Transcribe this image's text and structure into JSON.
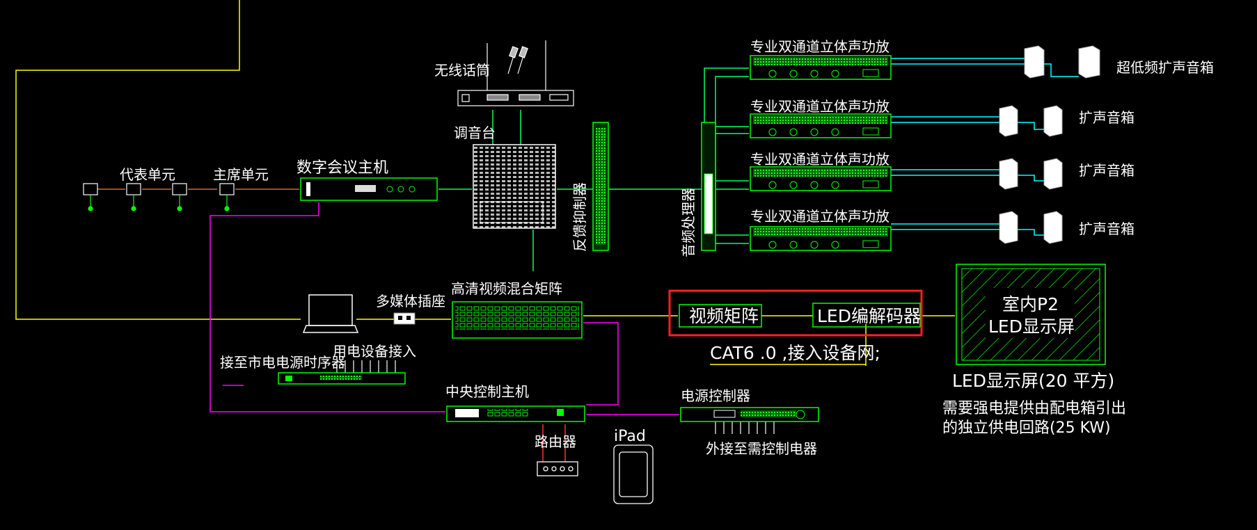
{
  "colors": {
    "background": "#000000",
    "equipment": "#00ff00",
    "audio_wire": "#00ff66",
    "speaker_wire": "#00ffff",
    "video_wire": "#ffff00",
    "control_wire": "#ff00ff",
    "router_wire": "#ff0000",
    "highlight_box": "#ff2020",
    "text": "#ffffff"
  },
  "labels": {
    "wireless_mic": "无线话筒",
    "mixer": "调音台",
    "feedback_suppressor": "反馈抑制器",
    "audio_processor": "音频处理器",
    "amp_1": "专业双通道立体声功放",
    "amp_2": "专业双通道立体声功放",
    "amp_3": "专业双通道立体声功放",
    "amp_4": "专业双通道立体声功放",
    "subwoofer": "超低频扩声音箱",
    "speaker_2": "扩声音箱",
    "speaker_3": "扩声音箱",
    "speaker_4": "扩声音箱",
    "delegate_unit": "代表单元",
    "chairman_unit": "主席单元",
    "conference_host": "数字会议主机",
    "multimedia_socket": "多媒体插座",
    "hd_matrix": "高清视频混合矩阵",
    "video_matrix": "视频矩阵",
    "led_codec": "LED编解码器",
    "cat6": "CAT6 .0 ,接入设备网;",
    "led_screen_line1": "室内P2",
    "led_screen_line2": "LED显示屏",
    "led_caption_1": "LED显示屏(20 平方)",
    "led_caption_2": "需要强电提供由配电箱引出",
    "led_caption_3": "的独立供电回路(25 KW)",
    "power_sequencer_left": "接至市电电源时序器",
    "power_sequencer_top": "用电设备接入",
    "central_control": "中央控制主机",
    "power_controller": "电源控制器",
    "router": "路由器",
    "ipad": "iPad",
    "external_control": "外接至需控制电器"
  },
  "icons": [
    "microphone-icon",
    "wireless-receiver-icon",
    "mixer-icon",
    "amplifier-icon",
    "speaker-icon",
    "conference-unit-icon",
    "laptop-icon",
    "router-icon",
    "tablet-icon",
    "led-screen-icon"
  ]
}
